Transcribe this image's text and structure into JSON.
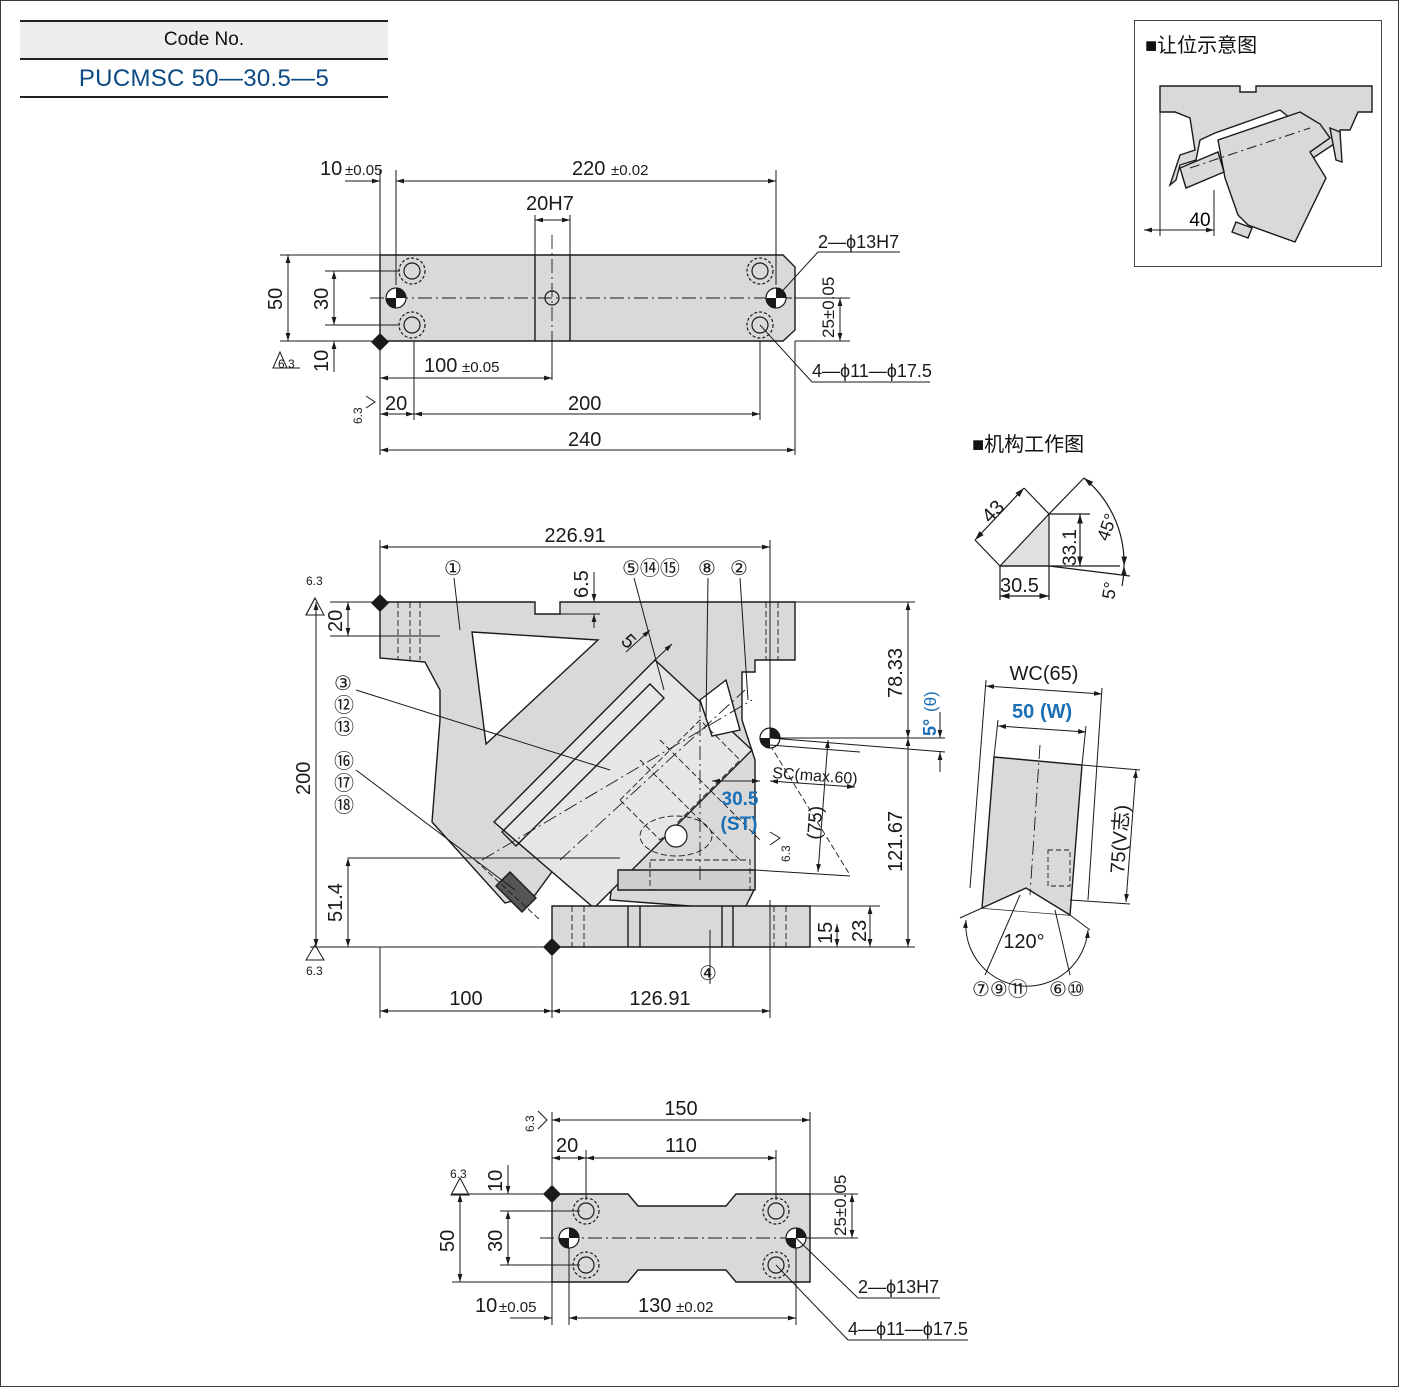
{
  "code_box": {
    "header": "Code No.",
    "value": "PUCMSC 50—30.5—5"
  },
  "inset": {
    "title": "■让位示意图",
    "dim": "40"
  },
  "mechanism": {
    "title": "■机构工作图"
  },
  "top_view": {
    "dim_10": "10",
    "tol_10": "±0.05",
    "dim_220": "220",
    "tol_220": "±0.02",
    "dim_20h7": "20H7",
    "hole_a": "2—ϕ13H7",
    "hole_b": "4—ϕ11—ϕ17.5",
    "dim_25": "25±0.05",
    "dim_50": "50",
    "dim_30": "30",
    "dim_10v": "10",
    "dim_100": "100",
    "tol_100": "±0.05",
    "dim_20": "20",
    "dim_200": "200",
    "dim_240": "240",
    "rough_a": "6.3",
    "rough_b": "6.3"
  },
  "front_view": {
    "dim_226": "226.91",
    "dim_6_5": "6.5",
    "dim_20": "20",
    "dim_5": "5",
    "dim_78": "78.33",
    "angle_5": "5°",
    "theta": "(θ)",
    "sc": "SC(max.60)",
    "st_val": "30.5",
    "st_lbl": "(ST)",
    "dim_75": "(75)",
    "dim_121": "121.67",
    "dim_200": "200",
    "dim_51": "51.4",
    "dim_15": "15",
    "dim_23": "23",
    "dim_100": "100",
    "dim_126": "126.91",
    "rough_1": "6.3",
    "rough_2": "6.3",
    "rough_3": "6.3",
    "p1": "①",
    "p5": "⑤⑭⑮",
    "p8": "⑧",
    "p2": "②",
    "p3": "③",
    "p12": "⑫",
    "p13": "⑬",
    "p16": "⑯",
    "p17": "⑰",
    "p18": "⑱",
    "p4": "④"
  },
  "angle_diagram": {
    "d43": "43",
    "d33": "33.1",
    "d45": "45°",
    "d30": "30.5",
    "d5": "5°"
  },
  "cam_view": {
    "wc": "WC(65)",
    "w_val": "50",
    "w_lbl": "(W)",
    "v_dim": "75(V志)",
    "angle": "120°",
    "parts_a": "⑦⑨⑪",
    "parts_b": "⑥⑩"
  },
  "bottom_view": {
    "dim_150": "150",
    "dim_20": "20",
    "dim_110": "110",
    "dim_10": "10",
    "dim_30": "30",
    "dim_50": "50",
    "dim_25": "25±0.05",
    "tol_10": "±0.05",
    "dim_10b": "10",
    "dim_130": "130",
    "tol_130": "±0.02",
    "hole_a": "2—ϕ13H7",
    "hole_b": "4—ϕ11—ϕ17.5",
    "rough_a": "6.3",
    "rough_b": "6.3"
  },
  "colors": {
    "line": "#1a1a1a",
    "fill": "#d9d9d9",
    "accent": "#1a6fb5"
  }
}
